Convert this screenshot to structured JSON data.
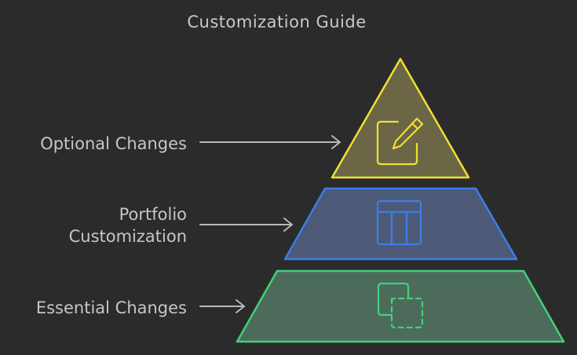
{
  "title": "Customization Guide",
  "tiers": [
    {
      "label": "Optional Changes",
      "icon": "edit-icon",
      "fill": "#6b6646",
      "stroke": "#f0e033"
    },
    {
      "label_line1": "Portfolio",
      "label_line2": "Customization",
      "icon": "table-columns-icon",
      "fill": "#4c5a78",
      "stroke": "#3d7de8"
    },
    {
      "label": "Essential Changes",
      "icon": "copy-icon",
      "fill": "#4d6b5a",
      "stroke": "#3fd27a"
    }
  ],
  "arrow_color": "#b8b8b8"
}
